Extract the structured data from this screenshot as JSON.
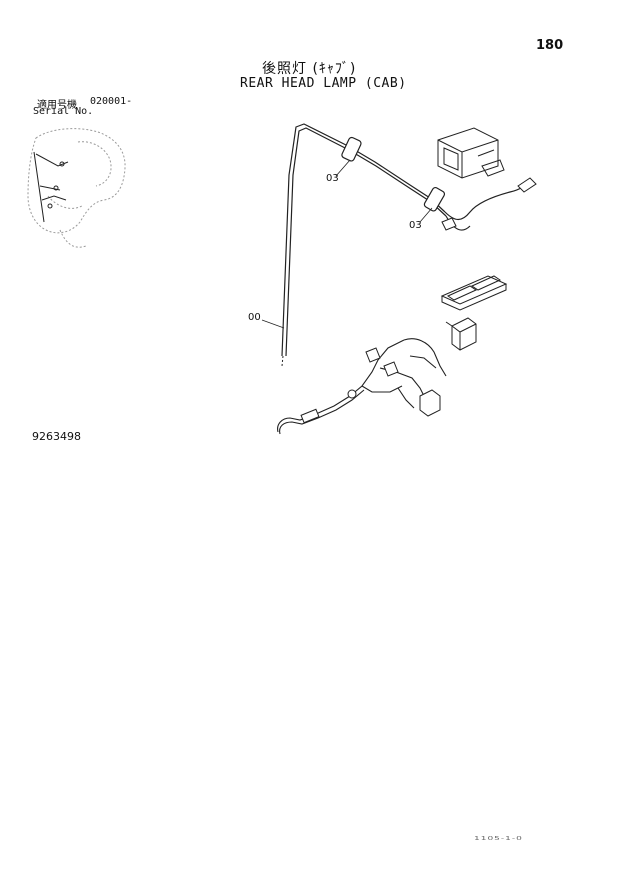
{
  "page": {
    "page_number": "180",
    "title_jp": "後照灯 (ｷｬﾌﾞ)",
    "title_en": "REAR HEAD LAMP (CAB)",
    "serial_label_jp": "適用号機",
    "serial_number": "020001-",
    "serial_label_en": "Serial No.",
    "drawing_number": "9263498",
    "footer_code": "1105-1-0"
  },
  "callouts": {
    "c1": "03",
    "c2": "03",
    "c3": "00"
  },
  "colors": {
    "line": "#222222",
    "faint": "#9a9a9a"
  }
}
